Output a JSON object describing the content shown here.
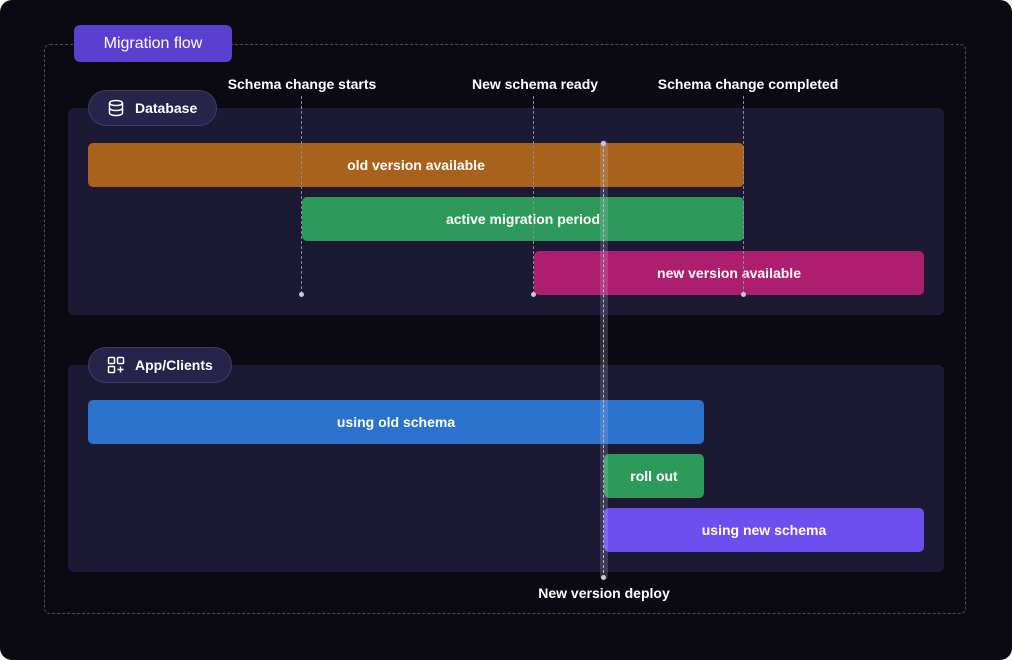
{
  "title": "Migration flow",
  "sections": {
    "database": {
      "label": "Database",
      "icon": "database-icon"
    },
    "app": {
      "label": "App/Clients",
      "icon": "apps-add-icon"
    }
  },
  "milestones": {
    "schema_change_starts": "Schema change starts",
    "new_schema_ready": "New schema ready",
    "schema_change_completed": "Schema change completed",
    "new_version_deploy": "New version deploy"
  },
  "database_bars": {
    "old_version": "old version available",
    "active_migration": "active migration period",
    "new_version": "new version available"
  },
  "app_bars": {
    "using_old": "using old schema",
    "roll_out": "roll out",
    "using_new": "using new schema"
  },
  "colors": {
    "background": "#0b0a13",
    "panel": "#1b1934",
    "title_pill": "#5b3fcf",
    "old_version": "#a8621c",
    "active_migration": "#2e9a5a",
    "new_version": "#ad1f6e",
    "using_old": "#2a72cc",
    "roll_out": "#2e9a5a",
    "using_new": "#6d4ff0"
  }
}
